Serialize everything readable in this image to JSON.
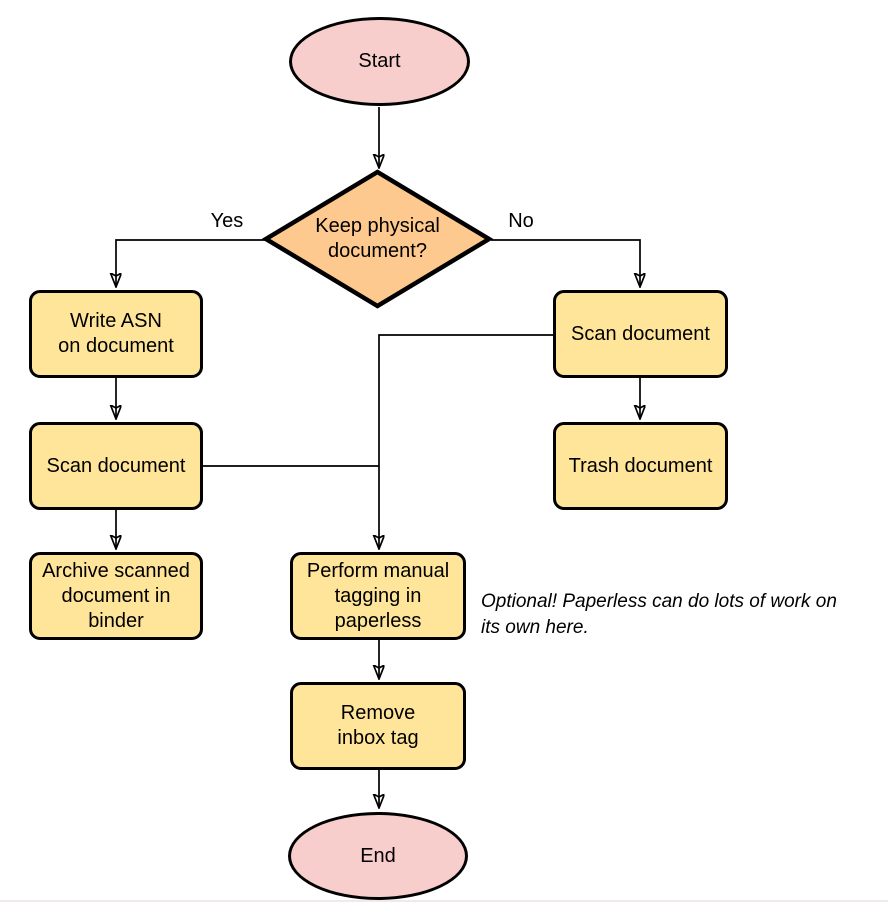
{
  "diagram": {
    "type": "flowchart",
    "nodes": {
      "start": "Start",
      "decision": "Keep physical\ndocument?",
      "write_asn": "Write ASN\non document",
      "scan_left": "Scan document",
      "archive": "Archive scanned\ndocument in\nbinder",
      "scan_right": "Scan document",
      "trash": "Trash document",
      "tagging": "Perform manual\ntagging in\npaperless",
      "remove_inbox": "Remove\ninbox tag",
      "end": "End"
    },
    "edge_labels": {
      "yes": "Yes",
      "no": "No"
    },
    "note": "Optional! Paperless can do lots of work on\nits own here.",
    "colors": {
      "terminal_fill": "#F8CECC",
      "decision_fill": "#FDC98F",
      "process_fill": "#FFE599",
      "stroke": "#000000"
    }
  }
}
